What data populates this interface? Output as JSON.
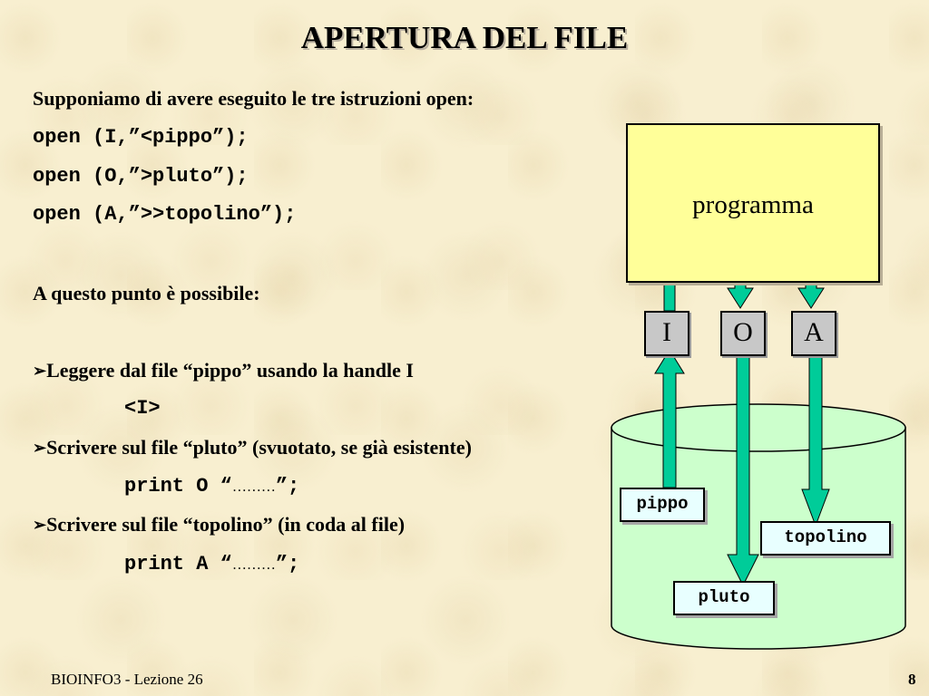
{
  "title": "APERTURA DEL FILE",
  "intro": "Supponiamo di avere eseguito le tre istruzioni open:",
  "code": [
    "open (I,”<pippo”);",
    "open (O,”>pluto”);",
    "open (A,”>>topolino”);"
  ],
  "possible": "A questo punto è possibile:",
  "bullets": [
    {
      "text": "Leggere dal file “pippo” usando la handle I",
      "code": "<I>"
    },
    {
      "text": "Scrivere sul file “pluto” (svuotato, se già esistente)",
      "code_prefix": "print O “",
      "ellipsis": "………",
      "code_suffix": "”;"
    },
    {
      "text": "Scrivere sul file “topolino” (in coda al file)",
      "code_prefix": "print A “",
      "ellipsis": "………",
      "code_suffix": "”;"
    }
  ],
  "bullet_icon": "arrowhead-bullet-icon",
  "diagram": {
    "program_label": "programma",
    "handles": [
      "I",
      "O",
      "A"
    ],
    "files": [
      "pippo",
      "topolino",
      "pluto"
    ],
    "colors": {
      "program_box": "#ffff99",
      "handle_box": "#c8c8c8",
      "disk": "#ccffcc",
      "arrow": "#00cc99",
      "file_box": "#e8ffff"
    }
  },
  "footer": {
    "course": "BIOINFO3 - Lezione 26",
    "page": "8"
  }
}
